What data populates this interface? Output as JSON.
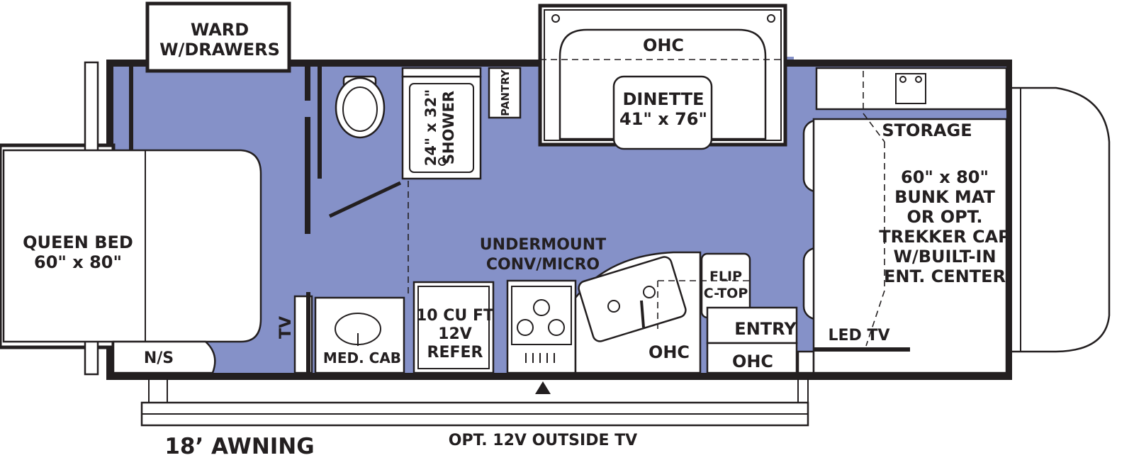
{
  "floorplan": {
    "colors": {
      "floor": "#8591c8",
      "wall": "#231f20",
      "cabinet": "#ffffff"
    },
    "labels": {
      "ward": [
        "WARD",
        "W/DRAWERS"
      ],
      "queen_bed": [
        "QUEEN BED",
        "60\" x 80\""
      ],
      "shower": [
        "24\" x 32\"",
        "SHOWER"
      ],
      "pantry": "PANTRY",
      "ohc_dinette": "OHC",
      "dinette": [
        "DINETTE",
        "41\" x 76\""
      ],
      "storage": "STORAGE",
      "bunk": [
        "60\" x 80\"",
        "BUNK MAT",
        "OR OPT.",
        "TREKKER CAP",
        "W/BUILT-IN",
        "ENT. CENTER"
      ],
      "microwave": [
        "UNDERMOUNT",
        "CONV/MICRO"
      ],
      "flip_ctop": [
        "FLIP",
        "C-TOP"
      ],
      "tv": "TV",
      "ns": "N/S",
      "med_cab": "MED. CAB",
      "refer": [
        "10 CU FT",
        "12V",
        "REFER"
      ],
      "ohc_kitchen": "OHC",
      "entry": "ENTRY",
      "ohc_entry": "OHC",
      "led_tv": "LED TV",
      "awning": "18’ AWNING",
      "outside_tv": "OPT. 12V OUTSIDE TV"
    }
  }
}
